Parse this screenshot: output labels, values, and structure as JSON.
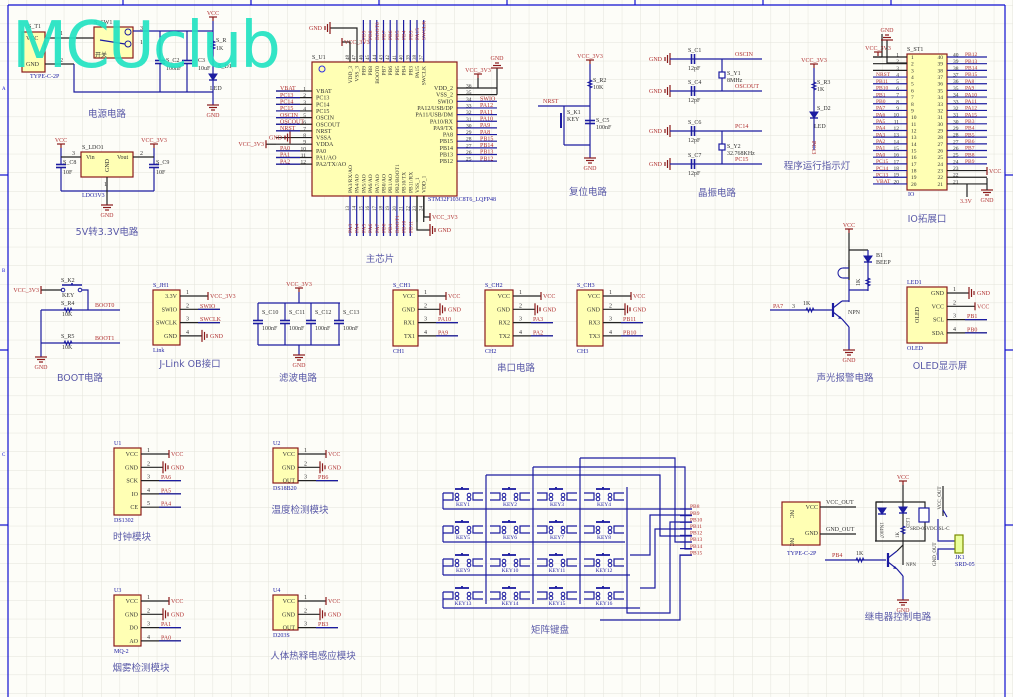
{
  "watermark": "MCUclub",
  "frame": {
    "zones": [
      "A",
      "B",
      "C"
    ]
  },
  "power": {
    "title": "电源电路",
    "t1": "S_T1",
    "t1_vcc": "VCC",
    "t1_gnd": "GND",
    "t1_model": "TYPE-C-2P",
    "pin1": "1",
    "pin2": "2",
    "sw": "S_SW1",
    "sw_label": "开关",
    "sw_p3": "3",
    "sw_p1": "1",
    "c2": "S_C2",
    "c2_val": "100nF",
    "c3": "C3",
    "c3_val": "10uF",
    "r": "S_R",
    "r_val": "1K",
    "d1": "S_D1",
    "d1_model": "LED",
    "vcc": "VCC",
    "gnd": "GND"
  },
  "ldo": {
    "title": "5V转3.3V电路",
    "ref": "S_LDO1",
    "vin": "Vin",
    "vout": "Vout",
    "gnd_pin": "GND",
    "p3": "3",
    "p2": "2",
    "p1": "1",
    "model": "LDO3V3",
    "c8": "S_C8",
    "c8_val": "10F",
    "c9": "S_C9",
    "c9_val": "10F",
    "vcc": "VCC",
    "vcc3": "VCC_3V3",
    "gnd": "GND"
  },
  "mcu": {
    "title": "主芯片",
    "ref": "S_U1",
    "model": "STM32F103C8T6_LQFP48",
    "left": [
      {
        "num": "1",
        "name": "VBAT",
        "net": "VBAT"
      },
      {
        "num": "2",
        "name": "PC13",
        "net": "PC13"
      },
      {
        "num": "3",
        "name": "PC14",
        "net": "PC14"
      },
      {
        "num": "4",
        "name": "PC15",
        "net": "PC15"
      },
      {
        "num": "5",
        "name": "OSCIN",
        "net": "OSCIN"
      },
      {
        "num": "6",
        "name": "OSCOUT",
        "net": "OSCOUT"
      },
      {
        "num": "7",
        "name": "NRST",
        "net": "NRST"
      },
      {
        "num": "8",
        "name": "VSSA",
        "net": "GND"
      },
      {
        "num": "9",
        "name": "VDDA",
        "net": "VCC_3V3"
      },
      {
        "num": "10",
        "name": "PA0",
        "net": "PA0"
      },
      {
        "num": "11",
        "name": "PA1/AO",
        "net": "PA1"
      },
      {
        "num": "12",
        "name": "PA2/TX/AO",
        "net": "PA2"
      }
    ],
    "right": [
      {
        "num": "36",
        "name": "VDD_2",
        "net": "VCC_3V3"
      },
      {
        "num": "35",
        "name": "VSS_2",
        "net": "GND"
      },
      {
        "num": "34",
        "name": "SWIO",
        "net": "SWIO"
      },
      {
        "num": "33",
        "name": "PA12/USB/DP",
        "net": "PA12"
      },
      {
        "num": "32",
        "name": "PA11/USB/DM",
        "net": "PA11"
      },
      {
        "num": "31",
        "name": "PA10/RX",
        "net": "PA10"
      },
      {
        "num": "30",
        "name": "PA9/TX",
        "net": "PA9"
      },
      {
        "num": "29",
        "name": "PA8",
        "net": "PA8"
      },
      {
        "num": "28",
        "name": "PB15",
        "net": "PB15"
      },
      {
        "num": "27",
        "name": "PB14",
        "net": "PB14"
      },
      {
        "num": "26",
        "name": "PB13",
        "net": "PB13"
      },
      {
        "num": "25",
        "name": "PB12",
        "net": "PB12"
      }
    ],
    "top": [
      {
        "num": "48",
        "name": "VDD_3",
        "net": "VCC_3V3"
      },
      {
        "num": "47",
        "name": "VSS_3",
        "net": "GND"
      },
      {
        "num": "46",
        "name": "PB9",
        "net": "PB9"
      },
      {
        "num": "45",
        "name": "PB8",
        "net": "PB8"
      },
      {
        "num": "44",
        "name": "BOOT0",
        "net": "BOOT0"
      },
      {
        "num": "43",
        "name": "PB7",
        "net": "PB7"
      },
      {
        "num": "42",
        "name": "PB6",
        "net": "PB6"
      },
      {
        "num": "41",
        "name": "PB5",
        "net": "PB5"
      },
      {
        "num": "40",
        "name": "PB4",
        "net": "PB4"
      },
      {
        "num": "39",
        "name": "PB3",
        "net": "PB3"
      },
      {
        "num": "38",
        "name": "PA15",
        "net": "PA15"
      },
      {
        "num": "37",
        "name": "SWCLK",
        "net": "SWCLK"
      }
    ],
    "bottom": [
      {
        "num": "13",
        "name": "PA3/RX/AO",
        "net": "PA3"
      },
      {
        "num": "14",
        "name": "PA4/AO",
        "net": "PA4"
      },
      {
        "num": "15",
        "name": "PA5/AO",
        "net": "PA5"
      },
      {
        "num": "16",
        "name": "PA6/AO",
        "net": "PA6"
      },
      {
        "num": "17",
        "name": "PA7/AO",
        "net": "PA7"
      },
      {
        "num": "18",
        "name": "PB0/AO",
        "net": "PB0"
      },
      {
        "num": "19",
        "name": "PB1/AO",
        "net": "PB1"
      },
      {
        "num": "20",
        "name": "PB2/BOOT1",
        "net": "BOOT1"
      },
      {
        "num": "21",
        "name": "PB10/TX",
        "net": "PB10"
      },
      {
        "num": "22",
        "name": "PB11/RX",
        "net": "PB11"
      },
      {
        "num": "23",
        "name": "VSS_1",
        "net": "GND"
      },
      {
        "num": "24",
        "name": "VDD_1",
        "net": "VCC_3V3"
      }
    ]
  },
  "reset": {
    "title": "复位电路",
    "vcc": "VCC_3V3",
    "r2": "S_R2",
    "r2_val": "10K",
    "nrst": "NRST",
    "k1": "S_K1",
    "k1_model": "KEY",
    "c5": "S_C5",
    "c5_val": "100nF",
    "gnd": "GND"
  },
  "crystal": {
    "title": "晶振电路",
    "gnd": "GND",
    "c1": "S_C1",
    "c4": "S_C4",
    "c6": "S_C6",
    "c7": "S_C7",
    "cap_val": "12pF",
    "y1": "S_Y1",
    "y1_val": "8MHz",
    "y2": "S_Y2",
    "y2_val": "32.768KHz",
    "oscin": "OSCIN",
    "oscout": "OSCOUT",
    "pc14": "PC14",
    "pc15": "PC15"
  },
  "indicator": {
    "title": "程序运行指示灯",
    "vcc": "VCC_3V3",
    "r3": "S_R3",
    "r3_val": "1K",
    "d2": "S_D2",
    "d2_model": "LED",
    "net": "PC13"
  },
  "io": {
    "title": "IO拓展口",
    "ref": "S_ST1",
    "model": "IO",
    "gnd": "GND",
    "vcc3": "VCC_3V3",
    "left": [
      "VCC_3V3",
      "GND",
      "",
      "NRST",
      "PB11",
      "PB10",
      "PB1",
      "PB0",
      "PA7",
      "PA6",
      "PA5",
      "PA4",
      "PA3",
      "PA2",
      "PA1",
      "PA0",
      "PC15",
      "PC14",
      "PC13",
      "VBAT"
    ],
    "right": [
      "PB12",
      "PB13",
      "PB14",
      "PB15",
      "PA8",
      "PA9",
      "PA10",
      "PA11",
      "PA12",
      "PA15",
      "PB3",
      "PB4",
      "PB5",
      "PB6",
      "PB7",
      "PB8",
      "PB9",
      "VCC",
      "GND",
      "3.3V"
    ]
  },
  "boot": {
    "title": "BOOT电路",
    "vcc": "VCC_3V3",
    "k2": "S_K2",
    "k2_model": "KEY",
    "r4": "S_R4",
    "r5": "S_R5",
    "r_val": "10K",
    "boot0": "BOOT0",
    "boot1": "BOOT1",
    "gnd": "GND"
  },
  "jlink": {
    "title": "J-Link OB接口",
    "ref": "S_JH1",
    "model": "Link",
    "pins": [
      {
        "num": "1",
        "name": "3.3V",
        "net": "VCC_3V3"
      },
      {
        "num": "2",
        "name": "SWIO",
        "net": "SWIO"
      },
      {
        "num": "3",
        "name": "SWCLK",
        "net": "SWCLK"
      },
      {
        "num": "4",
        "name": "GND",
        "net": "GND"
      }
    ]
  },
  "filter": {
    "title": "滤波电路",
    "vcc": "VCC_3V3",
    "gnd": "GND",
    "caps": [
      "S_C10",
      "S_C11",
      "S_C12",
      "S_C13"
    ],
    "cap_val": "100nF"
  },
  "uart": {
    "title": "串口电路",
    "modules": [
      {
        "ref": "S_CH1",
        "model": "CH1",
        "pins": [
          {
            "num": "1",
            "name": "VCC",
            "net": "VCC"
          },
          {
            "num": "2",
            "name": "GND",
            "net": "GND"
          },
          {
            "num": "3",
            "name": "RX1",
            "net": "PA10"
          },
          {
            "num": "4",
            "name": "TX1",
            "net": "PA9"
          }
        ]
      },
      {
        "ref": "S_CH2",
        "model": "CH2",
        "pins": [
          {
            "num": "1",
            "name": "VCC",
            "net": "VCC"
          },
          {
            "num": "2",
            "name": "GND",
            "net": "GND"
          },
          {
            "num": "3",
            "name": "RX2",
            "net": "PA3"
          },
          {
            "num": "4",
            "name": "TX2",
            "net": "PA2"
          }
        ]
      },
      {
        "ref": "S_CH3",
        "model": "CH3",
        "pins": [
          {
            "num": "1",
            "name": "VCC",
            "net": "VCC"
          },
          {
            "num": "2",
            "name": "GND",
            "net": "GND"
          },
          {
            "num": "3",
            "name": "RX3",
            "net": "PB11"
          },
          {
            "num": "4",
            "name": "TX3",
            "net": "PB10"
          }
        ]
      }
    ]
  },
  "alarm": {
    "title": "声光报警电路",
    "vcc": "VCC",
    "b1": "B1",
    "b1_model": "BEEP",
    "r": "1K",
    "net": "PA7",
    "pin": "3",
    "rb": "1K",
    "npn": "NPN",
    "gnd": "GND"
  },
  "oled": {
    "title": "OLED显示屏",
    "ref": "LED1",
    "model": "OLED",
    "inner": "OLED",
    "pins": [
      {
        "num": "1",
        "name": "GND",
        "net": "GND"
      },
      {
        "num": "2",
        "name": "VCC",
        "net": "VCC"
      },
      {
        "num": "3",
        "name": "SCL",
        "net": "PB1"
      },
      {
        "num": "4",
        "name": "SDA",
        "net": "PB0"
      }
    ]
  },
  "modules": [
    {
      "ref": "U1",
      "model": "DS1302",
      "title": "时钟模块",
      "pins": [
        {
          "num": "1",
          "name": "VCC",
          "net": "VCC"
        },
        {
          "num": "2",
          "name": "GND",
          "net": "GND"
        },
        {
          "num": "3",
          "name": "SCK",
          "net": "PA6"
        },
        {
          "num": "4",
          "name": "IO",
          "net": "PA5"
        },
        {
          "num": "5",
          "name": "CE",
          "net": "PA4"
        }
      ]
    },
    {
      "ref": "U2",
      "model": "DS18B20",
      "title": "温度检测模块",
      "pins": [
        {
          "num": "1",
          "name": "VCC",
          "net": "VCC"
        },
        {
          "num": "2",
          "name": "GND",
          "net": "GND"
        },
        {
          "num": "3",
          "name": "OUT",
          "net": "PB6"
        }
      ]
    },
    {
      "ref": "U3",
      "model": "MQ-2",
      "title": "烟雾检测模块",
      "pins": [
        {
          "num": "1",
          "name": "VCC",
          "net": "VCC"
        },
        {
          "num": "2",
          "name": "GND",
          "net": "GND"
        },
        {
          "num": "3",
          "name": "DO",
          "net": "PA1"
        },
        {
          "num": "4",
          "name": "AO",
          "net": "PA0"
        }
      ]
    },
    {
      "ref": "U4",
      "model": "D203S",
      "title": "人体热释电感应模块",
      "pins": [
        {
          "num": "1",
          "name": "VCC",
          "net": "VCC"
        },
        {
          "num": "2",
          "name": "GND",
          "net": "GND"
        },
        {
          "num": "3",
          "name": "OUT",
          "net": "PB3"
        }
      ]
    }
  ],
  "keypad": {
    "title": "矩阵键盘",
    "keys": [
      "KEY1",
      "KEY2",
      "KEY3",
      "KEY4",
      "KEY5",
      "KEY6",
      "KEY7",
      "KEY8",
      "KEY9",
      "KEY10",
      "KEY11",
      "KEY12",
      "KEY13",
      "KEY14",
      "KEY15",
      "KEY16"
    ],
    "nets": [
      "PB8",
      "PB9",
      "PB10",
      "PB11",
      "PB12",
      "PB13",
      "PB14",
      "PB15"
    ]
  },
  "relay": {
    "title": "继电器控制电路",
    "typec_nc": "NC",
    "typec_vcc": "VCC",
    "typec_gnd": "GND",
    "typec_model": "TYPE-C-2P",
    "vcc_out": "VCC_OUT",
    "gnd_out": "GND_OUT",
    "vcc": "VCC",
    "diode": "1N4007",
    "led": "LED",
    "r_led": "1K",
    "relay_model": "SRD-05VDC-SL-C",
    "net": "PB4",
    "rb": "1K",
    "npn": "NPN",
    "gnd": "GND",
    "jk": "JK1",
    "jk_model": "SRD-05"
  },
  "colors": {
    "wire": "#1c1ca0",
    "part": "#8b1a1a",
    "fill": "#ffffb4",
    "net": "#b03030",
    "title": "#5a5aa8",
    "watermark": "#22e3c2",
    "grid": "#e3e3da"
  }
}
